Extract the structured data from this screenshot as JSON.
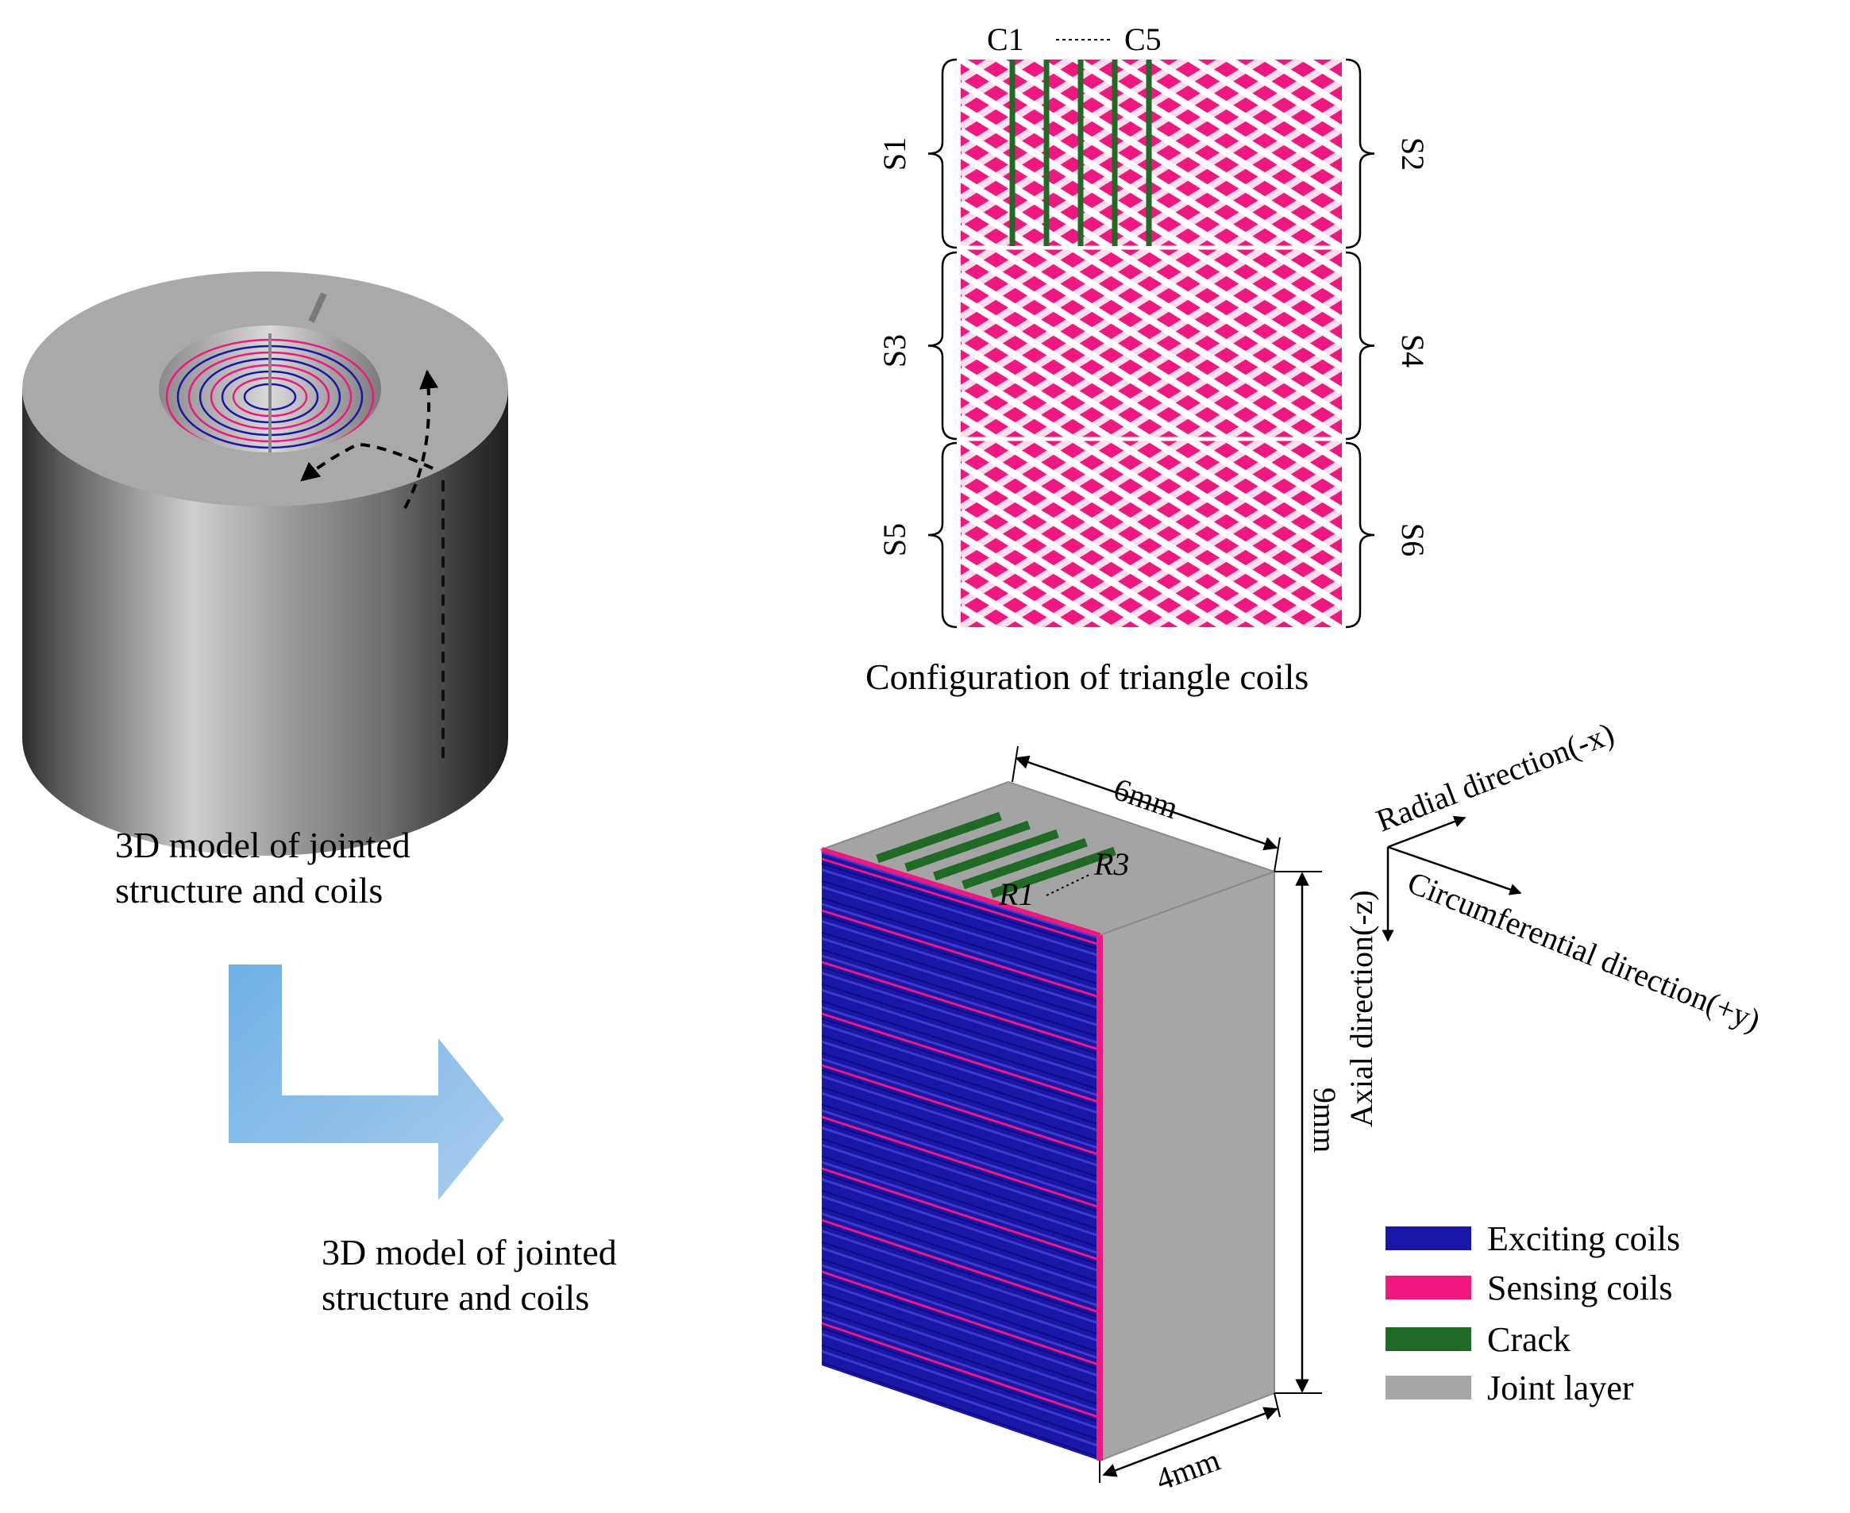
{
  "cylinder_caption": [
    "3D model of jointed",
    "structure and coils"
  ],
  "arrow_caption": [
    "3D model of jointed",
    "structure and coils"
  ],
  "triangle_coils": {
    "caption": "Configuration of triangle coils",
    "crack_first": "C1",
    "crack_last": "C5",
    "sections": [
      "S1",
      "S2",
      "S3",
      "S4",
      "S5",
      "S6"
    ]
  },
  "block": {
    "width_label": "6mm",
    "height_label": "9mm",
    "depth_label": "4mm",
    "crack_first": "R1",
    "crack_last": "R3"
  },
  "axes": {
    "radial": "Radial direction(-x)",
    "circumferential": "Circumferential direction(+y)",
    "axial": "Axial direction(-z)"
  },
  "legend": [
    {
      "label": "Exciting coils",
      "color": "#1a16a8"
    },
    {
      "label": "Sensing coils",
      "color": "#f0177f"
    },
    {
      "label": "Crack",
      "color": "#1f6b25"
    },
    {
      "label": "Joint layer",
      "color": "#a6a6a6"
    }
  ],
  "colors": {
    "exciting": "#1a16a8",
    "sensing": "#f0177f",
    "crack": "#1f6b25",
    "joint": "#a6a6a6",
    "arrow": "#7fb5e3"
  }
}
